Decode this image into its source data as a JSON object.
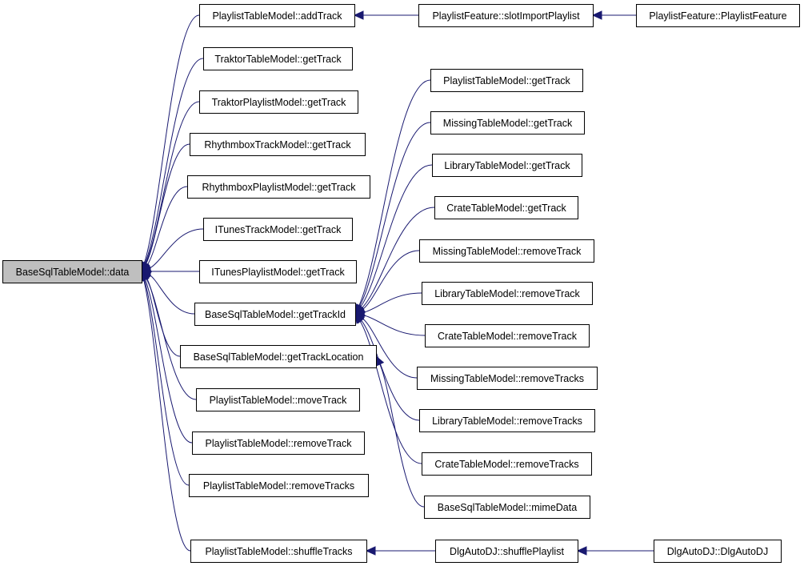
{
  "nodes": [
    {
      "id": "root",
      "label": "BaseSqlTableModel::data",
      "root": true
    },
    {
      "id": "pl_add",
      "label": "PlaylistTableModel::addTrack"
    },
    {
      "id": "pf_slot",
      "label": "PlaylistFeature::slotImportPlaylist"
    },
    {
      "id": "pf_ctor",
      "label": "PlaylistFeature::PlaylistFeature"
    },
    {
      "id": "tt_get",
      "label": "TraktorTableModel::getTrack"
    },
    {
      "id": "tp_get",
      "label": "TraktorPlaylistModel::getTrack"
    },
    {
      "id": "rt_get",
      "label": "RhythmboxTrackModel::getTrack"
    },
    {
      "id": "rp_get",
      "label": "RhythmboxPlaylistModel::getTrack"
    },
    {
      "id": "it_get",
      "label": "ITunesTrackModel::getTrack"
    },
    {
      "id": "ip_get",
      "label": "ITunesPlaylistModel::getTrack"
    },
    {
      "id": "bs_tid",
      "label": "BaseSqlTableModel::getTrackId"
    },
    {
      "id": "bs_loc",
      "label": "BaseSqlTableModel::getTrackLocation"
    },
    {
      "id": "pl_move",
      "label": "PlaylistTableModel::moveTrack"
    },
    {
      "id": "pl_rm",
      "label": "PlaylistTableModel::removeTrack"
    },
    {
      "id": "pl_rms",
      "label": "PlaylistTableModel::removeTracks"
    },
    {
      "id": "pl_shuf",
      "label": "PlaylistTableModel::shuffleTracks"
    },
    {
      "id": "pl_get",
      "label": "PlaylistTableModel::getTrack"
    },
    {
      "id": "mi_get",
      "label": "MissingTableModel::getTrack"
    },
    {
      "id": "li_get",
      "label": "LibraryTableModel::getTrack"
    },
    {
      "id": "cr_get",
      "label": "CrateTableModel::getTrack"
    },
    {
      "id": "mi_rm",
      "label": "MissingTableModel::removeTrack"
    },
    {
      "id": "li_rm",
      "label": "LibraryTableModel::removeTrack"
    },
    {
      "id": "cr_rm",
      "label": "CrateTableModel::removeTrack"
    },
    {
      "id": "mi_rms",
      "label": "MissingTableModel::removeTracks"
    },
    {
      "id": "li_rms",
      "label": "LibraryTableModel::removeTracks"
    },
    {
      "id": "cr_rms",
      "label": "CrateTableModel::removeTracks"
    },
    {
      "id": "bs_mime",
      "label": "BaseSqlTableModel::mimeData"
    },
    {
      "id": "dj_shuf",
      "label": "DlgAutoDJ::shufflePlaylist"
    },
    {
      "id": "dj_ctor",
      "label": "DlgAutoDJ::DlgAutoDJ"
    }
  ],
  "edges": [
    [
      "pl_add",
      "root"
    ],
    [
      "tt_get",
      "root"
    ],
    [
      "tp_get",
      "root"
    ],
    [
      "rt_get",
      "root"
    ],
    [
      "rp_get",
      "root"
    ],
    [
      "it_get",
      "root"
    ],
    [
      "ip_get",
      "root"
    ],
    [
      "bs_tid",
      "root"
    ],
    [
      "bs_loc",
      "root"
    ],
    [
      "pl_move",
      "root"
    ],
    [
      "pl_rm",
      "root"
    ],
    [
      "pl_rms",
      "root"
    ],
    [
      "pl_shuf",
      "root"
    ],
    [
      "pf_slot",
      "pl_add"
    ],
    [
      "pf_ctor",
      "pf_slot"
    ],
    [
      "pl_get",
      "bs_tid"
    ],
    [
      "mi_get",
      "bs_tid"
    ],
    [
      "li_get",
      "bs_tid"
    ],
    [
      "cr_get",
      "bs_tid"
    ],
    [
      "mi_rm",
      "bs_tid"
    ],
    [
      "li_rm",
      "bs_tid"
    ],
    [
      "cr_rm",
      "bs_tid"
    ],
    [
      "mi_rms",
      "bs_tid"
    ],
    [
      "li_rms",
      "bs_tid"
    ],
    [
      "cr_rms",
      "bs_tid"
    ],
    [
      "bs_mime",
      "bs_loc"
    ],
    [
      "dj_shuf",
      "pl_shuf"
    ],
    [
      "dj_ctor",
      "dj_shuf"
    ]
  ]
}
